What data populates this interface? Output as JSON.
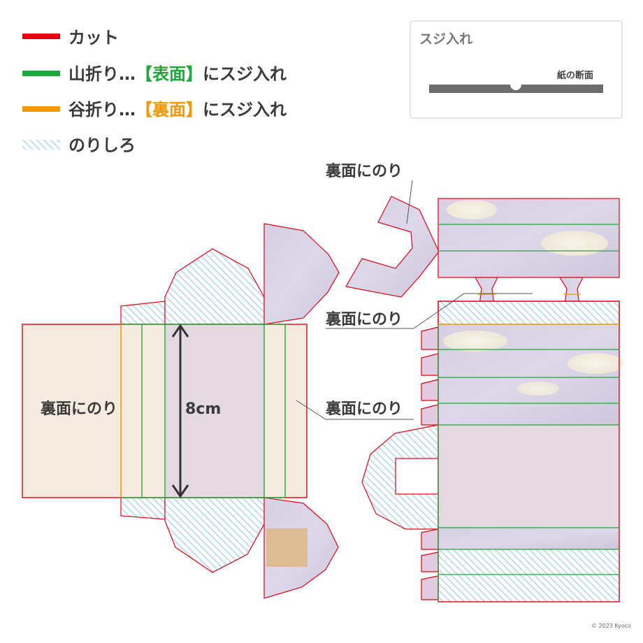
{
  "legend": {
    "cut_label": "カット",
    "mountain_prefix": "山折り…",
    "mountain_face": "【表面】",
    "mountain_suffix": "にスジ入れ",
    "valley_prefix": "谷折り…",
    "valley_face": "【裏面】",
    "valley_suffix": "にスジ入れ",
    "glue_label": "のりしろ"
  },
  "score_box": {
    "title": "スジ入れ",
    "paper_label": "紙の断面"
  },
  "labels": {
    "glue_back_left": "裏面にのり",
    "dimension": "8cm",
    "glue_back_top": "裏面にのり",
    "glue_back_mid": "裏面にのり",
    "glue_back_lower": "裏面にのり"
  },
  "copyright": "© 2023 Kyoco",
  "colors": {
    "cut": "#e60012",
    "mountain": "#1ea83c",
    "valley": "#f39800",
    "glue": "#9fd0e8",
    "panel_beige": "#f5ebe0",
    "panel_mauve": "#e4d9e1",
    "sky": "#d9d4e6"
  }
}
